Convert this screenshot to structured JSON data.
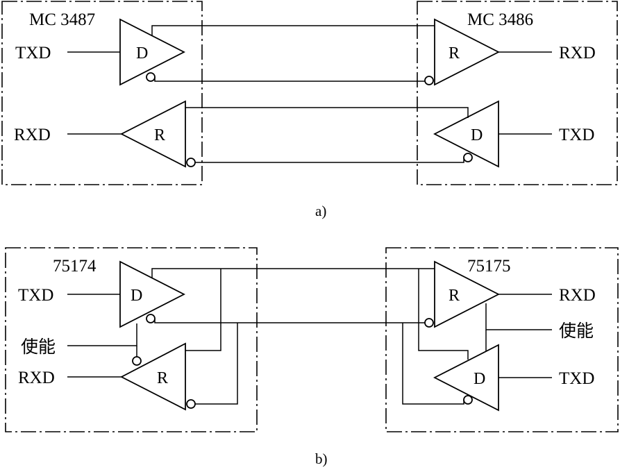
{
  "panel_a": {
    "caption": "a)",
    "left_chip": "MC 3487",
    "right_chip": "MC 3486",
    "left_txd": "TXD",
    "left_rxd": "RXD",
    "right_rxd": "RXD",
    "right_txd": "TXD",
    "driver_letter": "D",
    "receiver_letter": "R"
  },
  "panel_b": {
    "caption": "b)",
    "left_chip": "75174",
    "right_chip": "75175",
    "left_txd": "TXD",
    "left_enable": "使能",
    "left_rxd": "RXD",
    "right_rxd": "RXD",
    "right_enable": "使能",
    "right_txd": "TXD",
    "driver_letter": "D",
    "receiver_letter": "R"
  }
}
